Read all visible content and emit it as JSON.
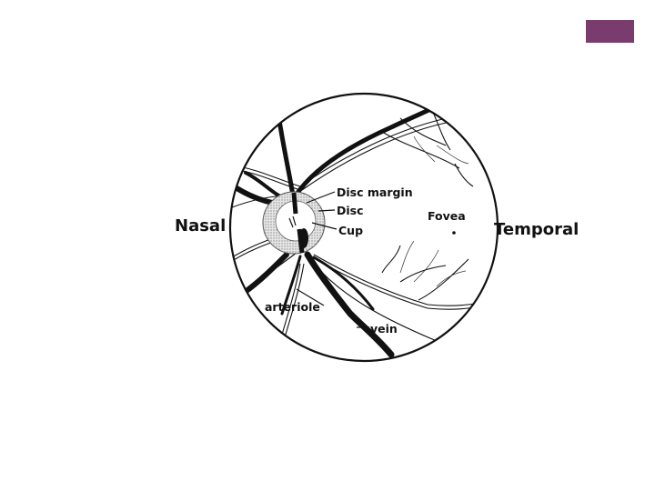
{
  "slide": {
    "accent_color": "#7a3c6e"
  },
  "diagram": {
    "labels": {
      "nasal": "Nasal",
      "temporal": "Temporal",
      "disc_margin": "Disc margin",
      "disc": "Disc",
      "cup": "Cup",
      "fovea": "Fovea",
      "arteriole": "arteriole",
      "vein": "vein"
    }
  }
}
